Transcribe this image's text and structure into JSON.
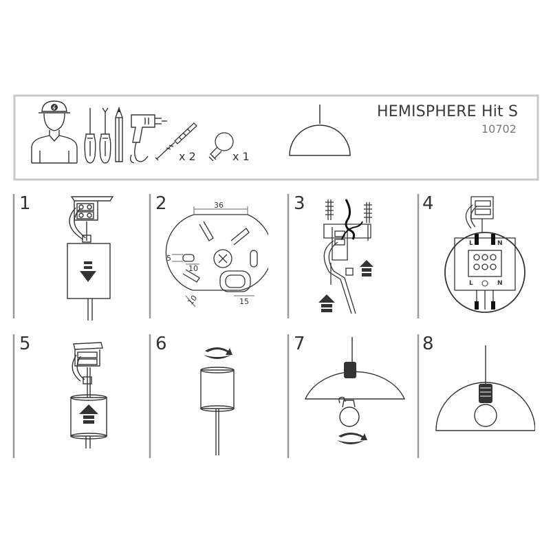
{
  "header": {
    "product_name": "HEMISPHERE Hit S",
    "product_code": "10702",
    "tools": [
      {
        "icon": "electrician-icon"
      },
      {
        "icon": "screwdriver-icon"
      },
      {
        "icon": "screwdriver-icon"
      },
      {
        "icon": "pencil-icon"
      },
      {
        "icon": "drill-icon"
      }
    ],
    "parts": [
      {
        "icon": "wall-plug-screw-icon",
        "quantity": "x 2"
      },
      {
        "icon": "bulb-icon",
        "quantity": "x 1"
      }
    ],
    "preview_icon": "hemisphere-lamp-icon"
  },
  "steps": [
    {
      "number": "1"
    },
    {
      "number": "2",
      "dimensions": [
        "36",
        "5",
        "10",
        "10",
        "15"
      ]
    },
    {
      "number": "3"
    },
    {
      "number": "4",
      "terminal_labels": [
        "L",
        "N",
        "L",
        "N"
      ]
    },
    {
      "number": "5"
    },
    {
      "number": "6"
    },
    {
      "number": "7"
    },
    {
      "number": "8"
    }
  ],
  "colors": {
    "line": "#333333",
    "frame": "#c8c8c8",
    "divider": "#999999"
  }
}
